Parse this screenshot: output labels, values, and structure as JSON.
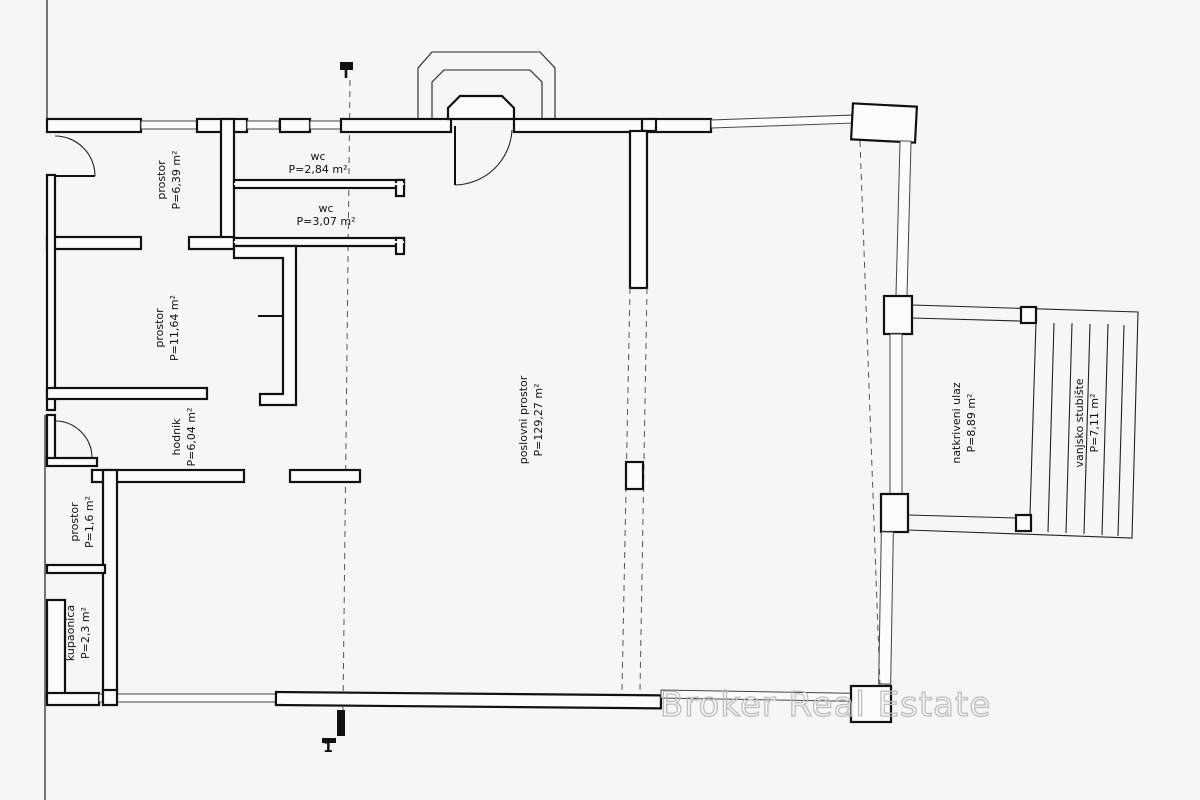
{
  "rooms": {
    "wc_upper": {
      "name": "wc",
      "area": "P=2,84 m²"
    },
    "wc_lower": {
      "name": "wc",
      "area": "P=3,07 m²"
    },
    "prostor_1": {
      "name": "prostor",
      "area": "P=6,39 m²"
    },
    "prostor_2": {
      "name": "prostor",
      "area": "P=11,64 m²"
    },
    "hodnik": {
      "name": "hodnik",
      "area": "P=6,04 m²"
    },
    "prostor_3": {
      "name": "prostor",
      "area": "P=1,6 m²"
    },
    "kupaonica": {
      "name": "kupaonica",
      "area": "P=2,3 m²"
    },
    "poslovni": {
      "name": "poslovni prostor",
      "area": "P=129,27 m²"
    },
    "natkriveni": {
      "name": "natkriveni ulaz",
      "area": "P=8,89 m²"
    },
    "stubiste": {
      "name": "vanjsko stubište",
      "area": "P=7,11 m²"
    }
  },
  "section_marks": {
    "top": "I",
    "bottom": "1"
  },
  "watermark": "Broker Real Estate",
  "colors": {
    "wall": "#111111",
    "background": "#f6f6f6",
    "watermark": "#bdbdbd"
  }
}
